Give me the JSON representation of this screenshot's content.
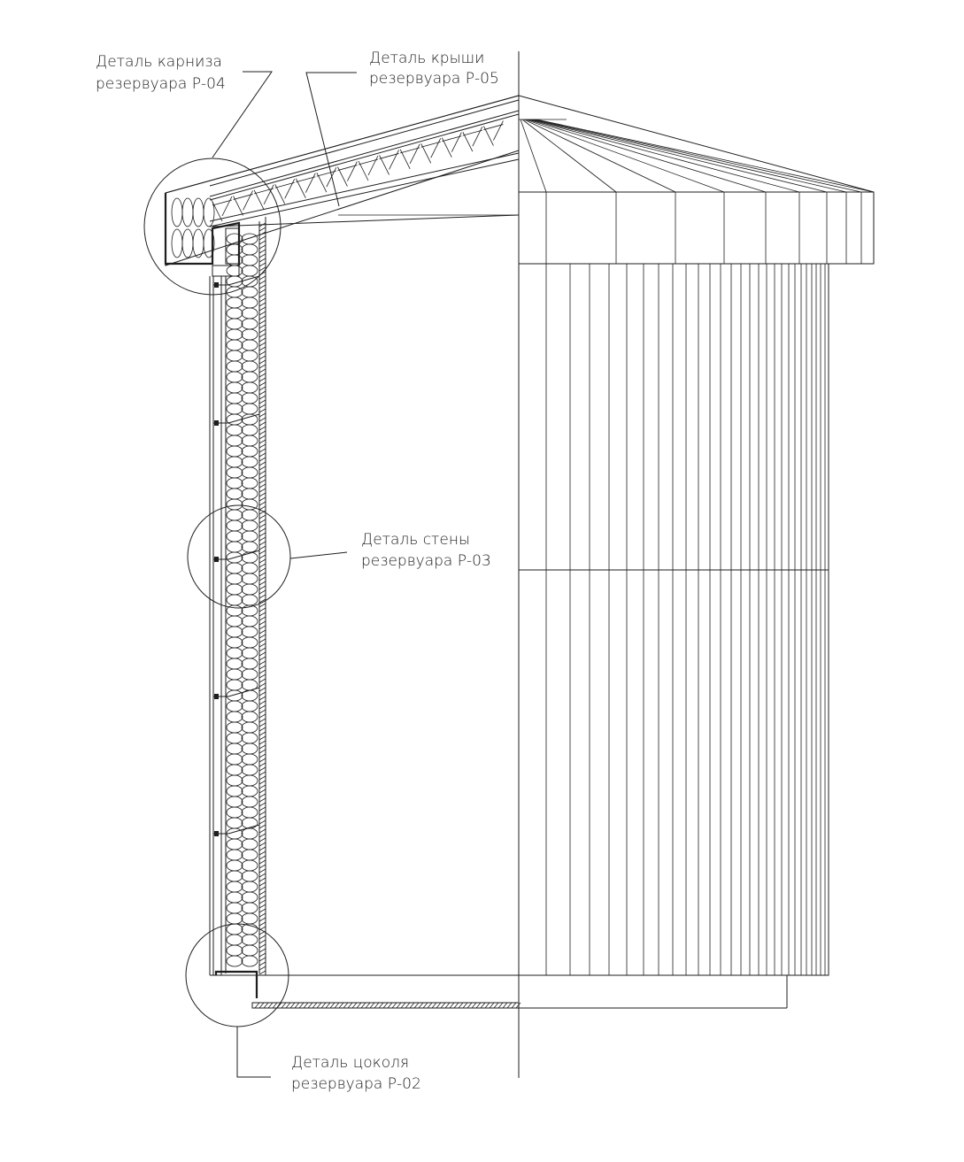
{
  "callouts": {
    "eave": {
      "line1": "Деталь карниза",
      "line2": "резервуара Р-04"
    },
    "roof": {
      "line1": "Деталь крыши",
      "line2": "резервуара Р-05"
    },
    "wall": {
      "line1": "Деталь стены",
      "line2": "резервуара Р-03"
    },
    "base": {
      "line1": "Деталь цоколя",
      "line2": "резервуара Р-02"
    }
  },
  "colors": {
    "line": "#1e1e1e",
    "background": "#ffffff"
  }
}
